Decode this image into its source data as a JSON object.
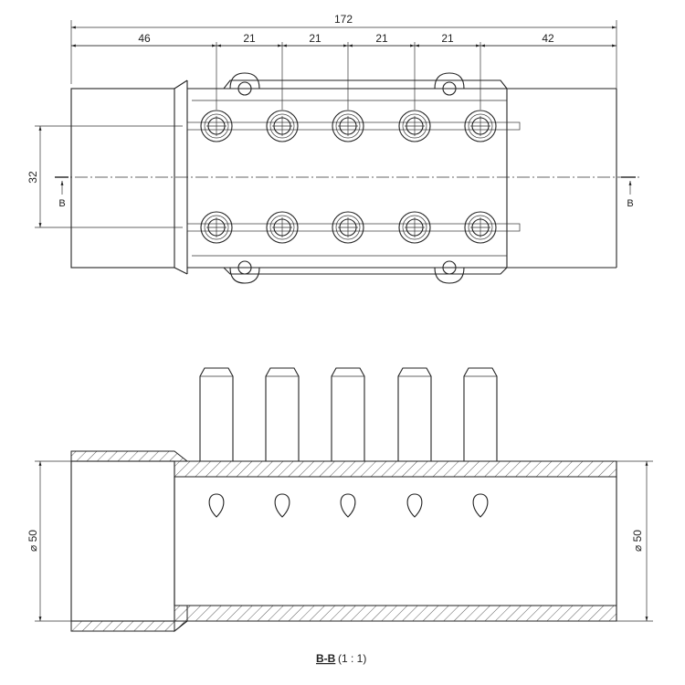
{
  "drawing": {
    "top_view": {
      "overall_length": "172",
      "dim_segments": [
        "46",
        "21",
        "21",
        "21",
        "21",
        "42"
      ],
      "row_spacing": "32",
      "section_marks": [
        "B",
        "B"
      ]
    },
    "section_view": {
      "diameter_left": "⌀ 50",
      "diameter_right": "⌀ 50",
      "caption_name": "B-B",
      "caption_scale": "(1 : 1)"
    }
  }
}
